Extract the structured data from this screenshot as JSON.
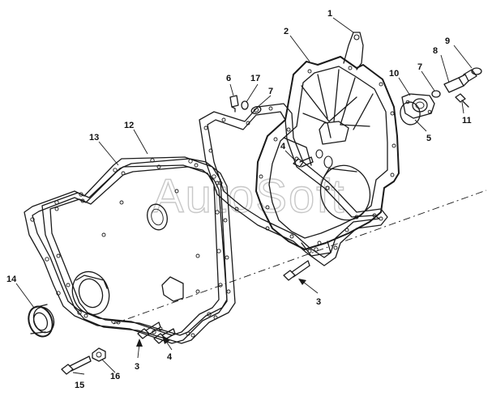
{
  "watermark": "AutoSoft",
  "callouts": [
    {
      "id": "c1",
      "text": "1"
    },
    {
      "id": "c2",
      "text": "2"
    },
    {
      "id": "c3a",
      "text": "3"
    },
    {
      "id": "c3b",
      "text": "3"
    },
    {
      "id": "c4a",
      "text": "4"
    },
    {
      "id": "c4b",
      "text": "4"
    },
    {
      "id": "c5",
      "text": "5"
    },
    {
      "id": "c6",
      "text": "6"
    },
    {
      "id": "c7a",
      "text": "7"
    },
    {
      "id": "c7b",
      "text": "7"
    },
    {
      "id": "c8",
      "text": "8"
    },
    {
      "id": "c9",
      "text": "9"
    },
    {
      "id": "c10",
      "text": "10"
    },
    {
      "id": "c11",
      "text": "11"
    },
    {
      "id": "c12",
      "text": "12"
    },
    {
      "id": "c13",
      "text": "13"
    },
    {
      "id": "c14",
      "text": "14"
    },
    {
      "id": "c15",
      "text": "15"
    },
    {
      "id": "c16",
      "text": "16"
    },
    {
      "id": "c17",
      "text": "17"
    }
  ]
}
